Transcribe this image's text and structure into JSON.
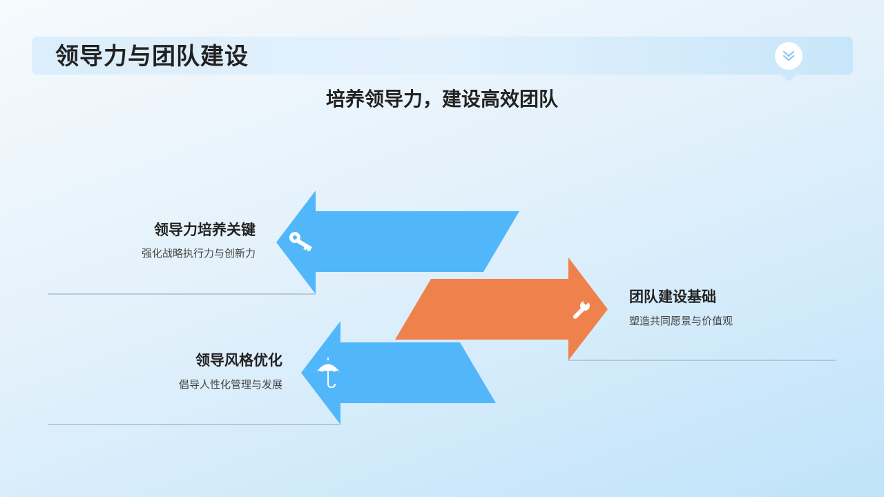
{
  "header": {
    "title": "领导力与团队建设",
    "subtitle": "培养领导力，建设高效团队",
    "icon": "double-chevron-down-icon"
  },
  "colors": {
    "blue_arrow": "#52b7fa",
    "orange_arrow": "#ef824c",
    "divider": "#9eb4c8"
  },
  "items": [
    {
      "title": "领导力培养关键",
      "desc": "强化战略执行力与创新力",
      "icon": "key-icon",
      "direction": "left",
      "color": "blue"
    },
    {
      "title": "团队建设基础",
      "desc": "塑造共同愿景与价值观",
      "icon": "wrench-icon",
      "direction": "right",
      "color": "orange"
    },
    {
      "title": "领导风格优化",
      "desc": "倡导人性化管理与发展",
      "icon": "umbrella-icon",
      "direction": "left",
      "color": "blue"
    }
  ]
}
